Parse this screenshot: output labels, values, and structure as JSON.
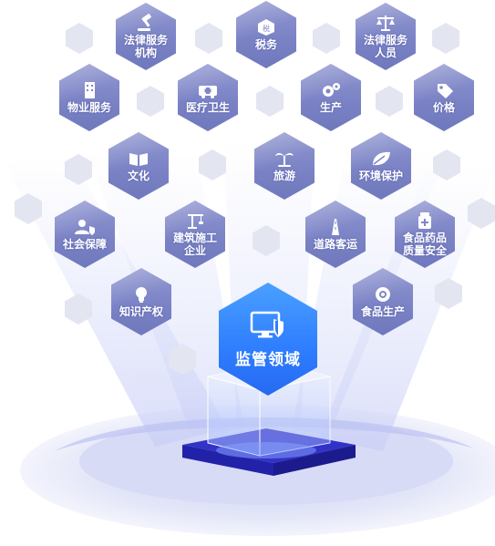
{
  "colors": {
    "hex_fill": "#7f87c8",
    "deco_hex": "#e3e5f1",
    "center_hex": "#2e7dff",
    "beam": "#cdd2f7",
    "platform": "#3f3fd6"
  },
  "center": {
    "label": "监管领域",
    "icon": "monitor-shield-icon"
  },
  "categories": [
    {
      "label": "法律服务\n机构",
      "icon": "gavel-icon"
    },
    {
      "label": "税务",
      "icon": "tax-icon"
    },
    {
      "label": "法律服务\n人员",
      "icon": "scales-icon"
    },
    {
      "label": "物业服务",
      "icon": "building-icon"
    },
    {
      "label": "医疗卫生",
      "icon": "ambulance-icon"
    },
    {
      "label": "生产",
      "icon": "gears-icon"
    },
    {
      "label": "价格",
      "icon": "price-tag-icon"
    },
    {
      "label": "文化",
      "icon": "book-icon"
    },
    {
      "label": "旅游",
      "icon": "palm-tree-icon"
    },
    {
      "label": "环境保护",
      "icon": "leaf-icon"
    },
    {
      "label": "社会保障",
      "icon": "people-shield-icon"
    },
    {
      "label": "建筑施工\n企业",
      "icon": "crane-icon"
    },
    {
      "label": "道路客运",
      "icon": "road-icon"
    },
    {
      "label": "食品药品\n质量安全",
      "icon": "medicine-icon"
    },
    {
      "label": "知识产权",
      "icon": "idea-icon"
    },
    {
      "label": "食品生产",
      "icon": "food-icon"
    }
  ]
}
